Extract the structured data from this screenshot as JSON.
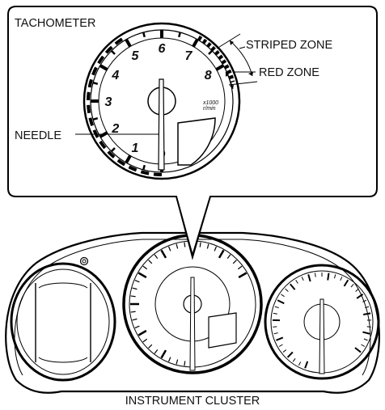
{
  "callout": {
    "title": "TACHOMETER",
    "labels": {
      "striped_zone": "STRIPED ZONE",
      "red_zone": "RED ZONE",
      "needle": "NEEDLE"
    },
    "dial_numbers": [
      "0",
      "1",
      "2",
      "3",
      "4",
      "5",
      "6",
      "7",
      "8"
    ],
    "unit_line1": "x1000",
    "unit_line2": "r/min"
  },
  "caption": "INSTRUMENT CLUSTER"
}
